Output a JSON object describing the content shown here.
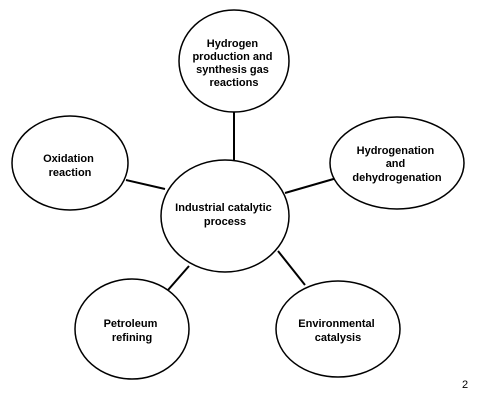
{
  "diagram": {
    "center": {
      "lines": [
        "Industrial catalytic",
        "process"
      ]
    },
    "nodes": [
      {
        "id": "hydrogen-production",
        "lines": [
          "Hydrogen",
          "production and",
          "synthesis gas",
          "reactions"
        ]
      },
      {
        "id": "hydrogenation",
        "lines": [
          "Hydrogenation",
          "and",
          "dehydrogenation"
        ]
      },
      {
        "id": "environmental-catalysis",
        "lines": [
          "Environmental",
          "catalysis"
        ]
      },
      {
        "id": "petroleum-refining",
        "lines": [
          "Petroleum",
          "refining"
        ]
      },
      {
        "id": "oxidation-reaction",
        "lines": [
          "Oxidation",
          "reaction"
        ]
      }
    ]
  },
  "page": {
    "number": "2"
  },
  "colors": {
    "stroke": "#000000",
    "fill": "#ffffff",
    "text": "#000000"
  }
}
